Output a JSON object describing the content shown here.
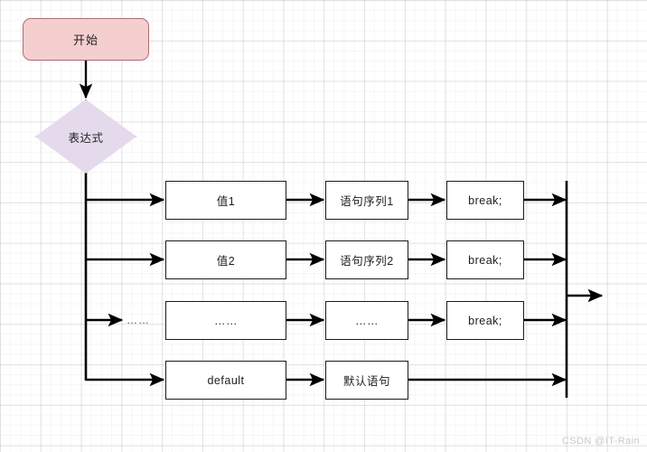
{
  "diagram": {
    "title": "switch-statement-flowchart",
    "colors": {
      "start_fill": "#f5cfcf",
      "start_stroke": "#b06b72",
      "decision_fill": "#e4daec",
      "decision_stroke": "#9d8aa8",
      "box_fill": "#ffffff",
      "box_stroke": "#1b1b1b",
      "line": "#000000",
      "grid_minor": "#f2f2f2",
      "grid_major": "#e8e8e8",
      "watermark": "#c9c9c9"
    },
    "start": {
      "label": "开始"
    },
    "decision": {
      "label": "表达式"
    },
    "branches": [
      {
        "case_label": "值1",
        "statement": "语句序列1",
        "terminator": "break;",
        "side_label": ""
      },
      {
        "case_label": "值2",
        "statement": "语句序列2",
        "terminator": "break;",
        "side_label": ""
      },
      {
        "case_label": "……",
        "statement": "……",
        "terminator": "break;",
        "side_label": "……"
      },
      {
        "case_label": "default",
        "statement": "默认语句",
        "terminator": "",
        "side_label": ""
      }
    ],
    "join_bar": {
      "name": "merge-bar"
    },
    "exit": {
      "name": "exit-arrow"
    },
    "watermark": "CSDN @IT-Rain"
  }
}
